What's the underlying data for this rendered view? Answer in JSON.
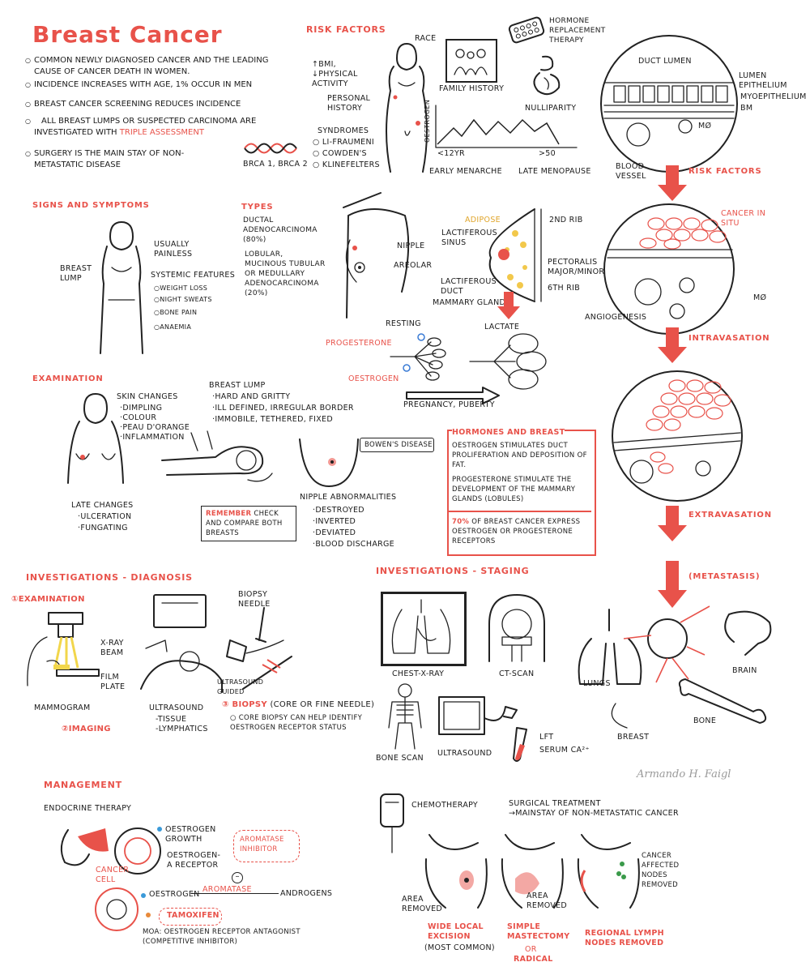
{
  "title": "Breast Cancer",
  "intro": [
    "Common newly diagnosed cancer and the leading cause of cancer death in women.",
    "Incidence increases with age, 1% occur in men",
    "Breast cancer screening reduces incidence",
    "All breast lumps or suspected carcinoma are investigated with",
    "Surgery is the main stay of non-metastatic disease"
  ],
  "triple_assessment": "triple assessment",
  "brca": "BRCA 1, BRCA 2",
  "risk": {
    "heading": "Risk Factors",
    "race": "Race",
    "hrt": "Hormone replacement therapy",
    "bmi": "↑BMI, ↓physical activity",
    "family": "Family history",
    "personal": "Personal history",
    "nulliparity": "Nulliparity",
    "syndromes_title": "Syndromes",
    "syndromes": [
      "Li-Fraumeni",
      "Cowden's",
      "Klinefelters"
    ],
    "oestrogen_axis": "Oestrogen",
    "age_12": "<12yr",
    "age_50": ">50",
    "menarche": "Early menarche",
    "menopause": "Late menopause"
  },
  "duct": {
    "lumen": "Duct lumen",
    "epithelium": "Lumen epithelium",
    "myoepithelium": "Myoepithelium",
    "bm": "BM",
    "mo": "MØ",
    "vessel": "Blood vessel",
    "arrow1": "Risk factors",
    "cis": "Cancer in situ",
    "mo2": "MØ",
    "angiogenesis": "Angiogenesis",
    "arrow2": "Intravasation",
    "arrow3": "Extravasation",
    "arrow4": "(Metastasis)"
  },
  "signs": {
    "heading": "Signs and symptoms",
    "lump": "Breast lump",
    "painless": "Usually painless",
    "systemic": "Systemic features",
    "items": [
      "Weight loss",
      "Night sweats",
      "Bone pain",
      "Anaemia"
    ]
  },
  "types": {
    "heading": "Types",
    "ductal": "Ductal adenocarcinoma (80%)",
    "lobular": "Lobular, mucinous tubular or medullary adenocarcinoma (20%)",
    "nipple": "Nipple",
    "areolar": "Areolar",
    "adipose": "Adipose",
    "sinus": "Lactiferous sinus",
    "duct": "Lactiferous duct",
    "glands": "Mammary glands",
    "rib2": "2nd rib",
    "pect": "Pectoralis major/minor",
    "rib6": "6th rib",
    "lactate": "Lactate",
    "resting": "Resting",
    "progesterone": "Progesterone",
    "oestrogen": "Oestrogen",
    "pregnancy": "Pregnancy, puberty"
  },
  "hormones": {
    "heading": "Hormones and breast",
    "line1": "Oestrogen stimulates duct proliferation and deposition of fat.",
    "line2": "Progesterone stimulate the development of the mammary glands (lobules)",
    "pct": "70%",
    "line3": "of breast cancer express oestrogen or progesterone receptors"
  },
  "exam": {
    "heading": "Examination",
    "skin_title": "Skin changes",
    "skin": [
      "Dimpling",
      "Colour",
      "Peau d'orange",
      "Inflammation"
    ],
    "late_title": "Late changes",
    "late": [
      "Ulceration",
      "Fungating"
    ],
    "lump_title": "Breast lump",
    "lump": [
      "Hard and gritty",
      "Ill defined, irregular border",
      "Immobile, tethered, fixed"
    ],
    "bowen": "Bowen's disease",
    "nipple_title": "Nipple abnormalities",
    "nipple": [
      "Destroyed",
      "Inverted",
      "Deviated",
      "Blood discharge"
    ],
    "remember": "Remember",
    "remember_rest": "check and compare both breasts"
  },
  "diag": {
    "heading": "Investigations - Diagnosis",
    "s1": "①Examination",
    "xray": "X-ray beam",
    "film": "Film plate",
    "mammogram": "Mammogram",
    "s2": "②Imaging",
    "us": "Ultrasound",
    "us_items": [
      "-Tissue",
      "-Lymphatics"
    ],
    "needle": "Biopsy needle",
    "guided": "Ultrasound guided",
    "s3": "③ Biopsy",
    "s3_rest": "(core or fine needle)",
    "core": "Core biopsy can help identify oestrogen receptor status"
  },
  "staging": {
    "heading": "Investigations - Staging",
    "cxr": "Chest-X-Ray",
    "ct": "CT-Scan",
    "bone": "Bone scan",
    "us": "Ultrasound",
    "lft": "LFT",
    "serum": "Serum Ca²⁺",
    "lungs": "Lungs",
    "brain": "Brain",
    "boneS": "Bone",
    "breast": "Breast"
  },
  "signature": "Armando H. Faigl",
  "mgmt": {
    "heading": "Management",
    "endo": "Endocrine therapy",
    "cell": "Cancer cell",
    "growth": "Oestrogen growth",
    "receptor": "Oestrogen-α receptor",
    "ai": "Aromatase inhibitor",
    "aromatase": "Aromatase",
    "androgens": "Androgens",
    "oestrogen": "Oestrogen",
    "tamoxifen": "Tamoxifen",
    "moa": "MOA: Oestrogen receptor antagonist (competitive inhibitor)",
    "chemo": "Chemotherapy",
    "surgical": "Surgical treatment",
    "surgical2": "→mainstay of non-metastatic cancer",
    "area1": "Area removed",
    "area2": "Area removed",
    "nodes": "Cancer affected nodes removed",
    "wle": "Wide local excision",
    "wle2": "(most common)",
    "mast": "Simple mastectomy",
    "or": "or",
    "radical": "Radical",
    "lymph": "Regional lymph nodes removed"
  }
}
